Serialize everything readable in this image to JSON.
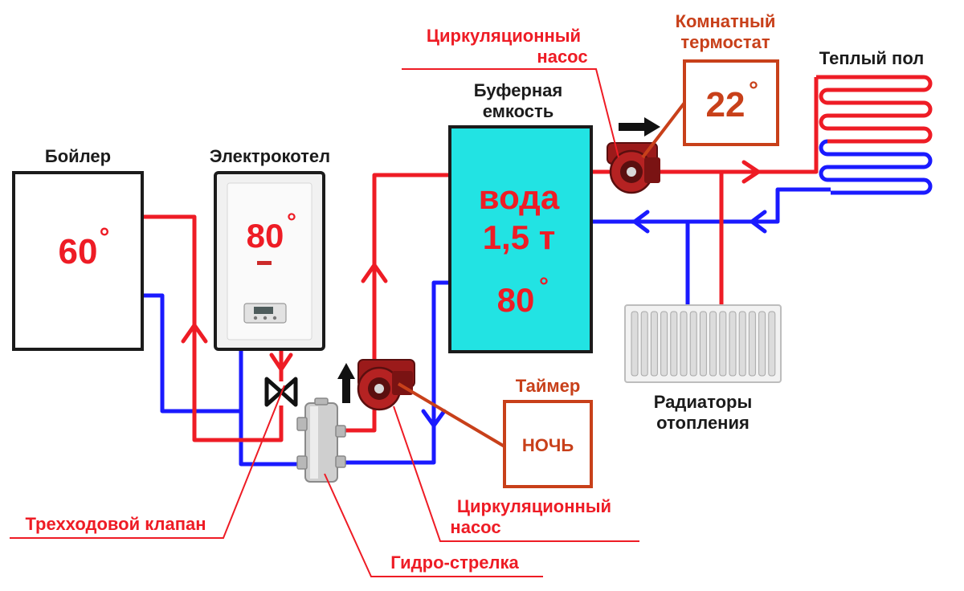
{
  "labels": {
    "boiler": "Бойлер",
    "electric_boiler": "Электрокотел",
    "buffer_tank_line1": "Буферная",
    "buffer_tank_line2": "емкость",
    "pump_top_line1": "Циркуляционный",
    "pump_top_line2": "насос",
    "room_thermostat_line1": "Комнатный",
    "room_thermostat_line2": "термостат",
    "warm_floor": "Теплый пол",
    "timer": "Таймер",
    "radiators_line1": "Радиаторы",
    "radiators_line2": "отопления",
    "pump_bottom_line1": "Циркуляционный",
    "pump_bottom_line2": "насос",
    "three_way_valve": "Трехходовой клапан",
    "hydro_arrow": "Гидро-стрелка"
  },
  "values": {
    "boiler_temp": "60",
    "electric_boiler_temp": "80",
    "tank_text_line1": "вода",
    "tank_text_line2": "1,5 т",
    "tank_temp": "80",
    "thermostat_temp": "22",
    "timer_mode": "НОЧЬ",
    "degree": "°"
  },
  "colors": {
    "hot": "#ee1c25",
    "cold": "#1a1aff",
    "tank": "#22e3e3",
    "label_line": "#d23a12",
    "box": "#1b1b1b"
  }
}
